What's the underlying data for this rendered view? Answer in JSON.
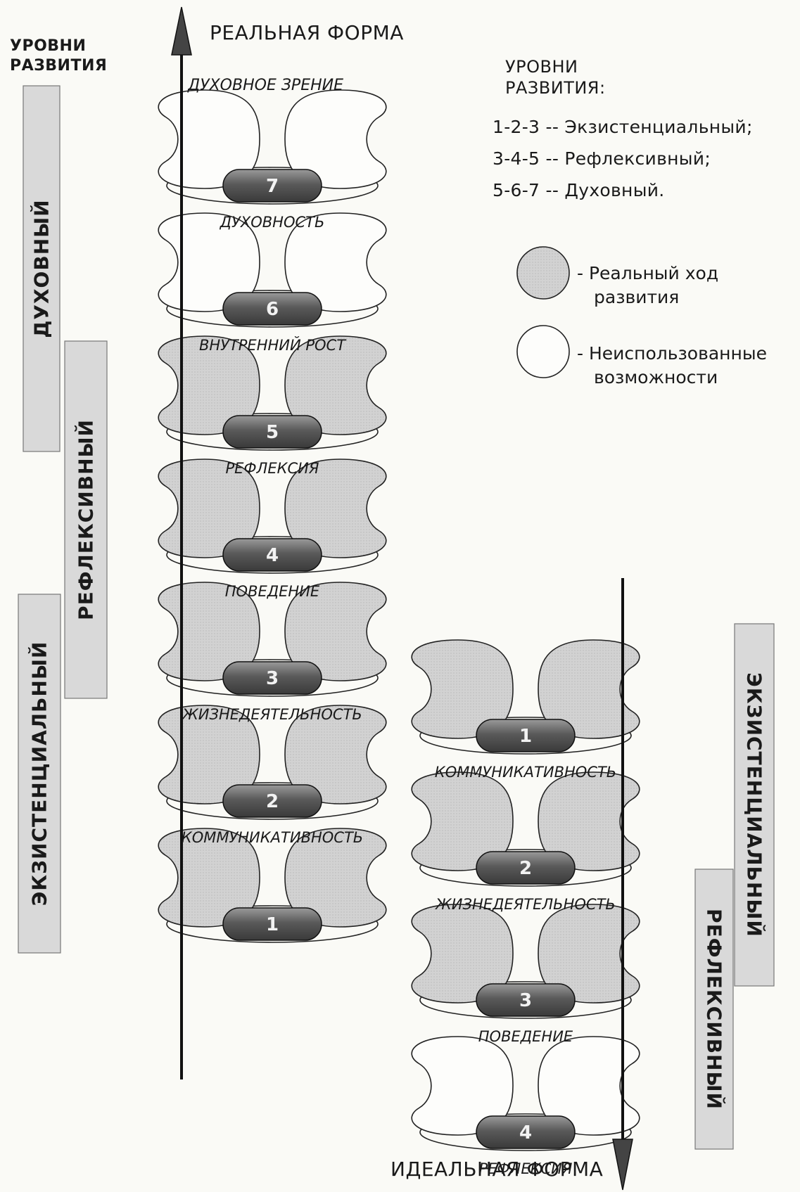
{
  "left_header": [
    "УРОВНИ",
    "РАЗВИТИЯ"
  ],
  "axis_top_label": "РЕАЛЬНАЯ ФОРМА",
  "axis_bottom_label": "ИДЕАЛЬНАЯ ФОРМА",
  "top_stage_label": "ДУХОВНОЕ ЗРЕНИЕ",
  "legend": {
    "title": [
      "УРОВНИ",
      "РАЗВИТИЯ:"
    ],
    "lines": [
      "1-2-3 -- Экзистенциальный;",
      "3-4-5 -- Рефлексивный;",
      "5-6-7 -- Духовный."
    ],
    "real_course": [
      "- Реальный ход",
      "развития"
    ],
    "unused": [
      "- Неиспользованные",
      "возможности"
    ]
  },
  "left_bars": {
    "spiritual": "ДУХОВНЫЙ",
    "reflexive": "РЕФЛЕКСИВНЫЙ",
    "existential": "ЭКЗИСТЕНЦИАЛЬНЫЙ"
  },
  "right_bars": {
    "existential": "ЭКЗИСТЕНЦИАЛЬНЫЙ",
    "reflexive": "РЕФЛЕКСИВНЫЙ"
  },
  "left_stages": [
    {
      "number": "7",
      "label": "ДУХОВНОСТЬ",
      "filled": false
    },
    {
      "number": "6",
      "label": "ВНУТРЕННИЙ РОСТ",
      "filled": false
    },
    {
      "number": "5",
      "label": "РЕФЛЕКСИЯ",
      "filled": true
    },
    {
      "number": "4",
      "label": "ПОВЕДЕНИЕ",
      "filled": true
    },
    {
      "number": "3",
      "label": "ЖИЗНЕДЕЯТЕЛЬНОСТЬ",
      "filled": true
    },
    {
      "number": "2",
      "label": "КОММУНИКАТИВНОСТЬ",
      "filled": true
    },
    {
      "number": "1",
      "label": "",
      "filled": true
    }
  ],
  "right_stages": [
    {
      "number": "1",
      "label": "КОММУНИКАТИВНОСТЬ",
      "filled": true
    },
    {
      "number": "2",
      "label": "ЖИЗНЕДЕЯТЕЛЬНОСТЬ",
      "filled": true
    },
    {
      "number": "3",
      "label": "ПОВЕДЕНИЕ",
      "filled": true
    },
    {
      "number": "4",
      "label": "РЕФЛЕКСИЯ",
      "filled": false
    }
  ],
  "colors": {
    "real_fill": "#cfcfcf",
    "unused_fill": "#fdfdfb",
    "pill_fill": "#6e6e6e",
    "bar_fill": "#d9d9d9",
    "ink": "#1a1a1a"
  }
}
